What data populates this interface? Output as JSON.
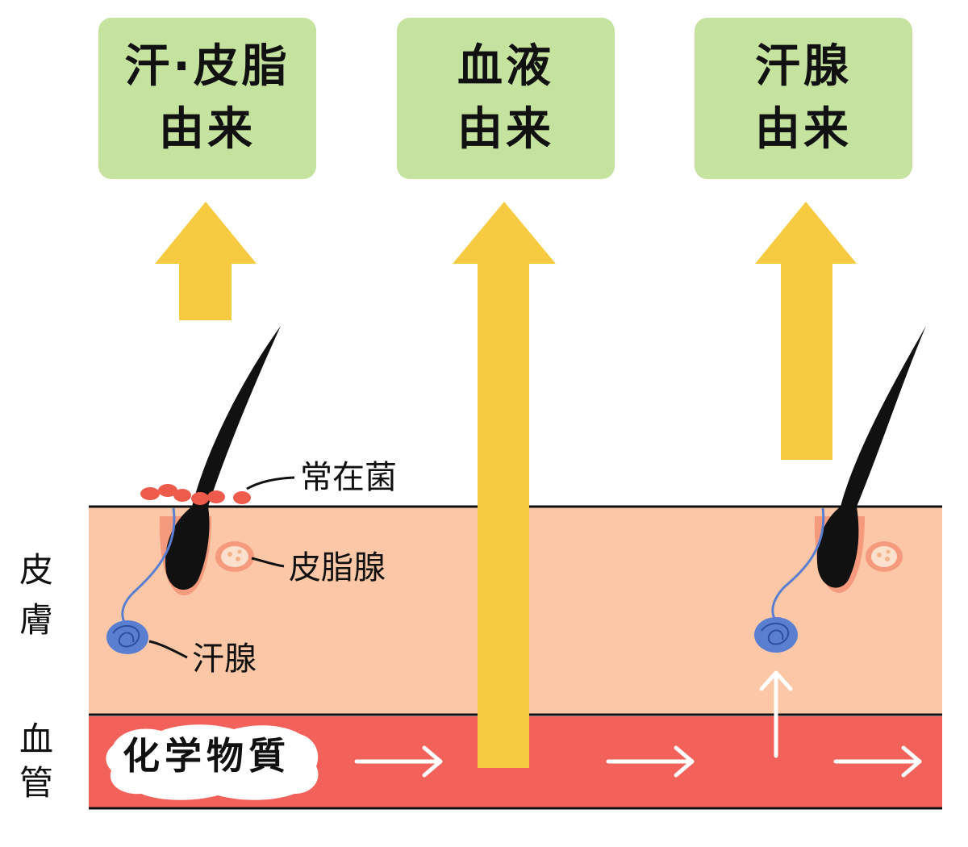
{
  "colors": {
    "box_fill": "#c5e39f",
    "arrow": "#f7cb41",
    "skin": "#fbc7a7",
    "vessel": "#f2615a",
    "hair": "#111111",
    "bacteria": "#ef5b4a",
    "sweat_gland": "#5b7fd0",
    "sebaceous_gland": "#fbe0cd",
    "follicle": "#f59a7c",
    "flow_arrow": "#ffffff"
  },
  "sources": [
    {
      "line1": "汗·皮脂",
      "line2": "由来"
    },
    {
      "line1": "血液",
      "line2": "由来"
    },
    {
      "line1": "汗腺",
      "line2": "由来"
    }
  ],
  "labels": {
    "bacteria": "常在菌",
    "sebaceous_gland": "皮脂腺",
    "sweat_gland": "汗腺",
    "chemical": "化学物質"
  },
  "layers": {
    "skin": [
      "皮",
      "膚"
    ],
    "vessel": [
      "血",
      "管"
    ]
  },
  "icons": {
    "up_arrow": "up-arrow-icon",
    "flow_arrow": "right-arrow-icon",
    "hair": "hair-icon"
  }
}
